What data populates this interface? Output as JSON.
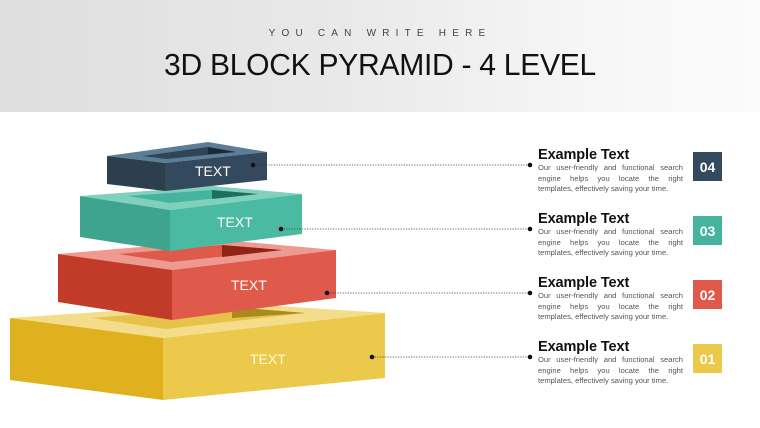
{
  "header": {
    "subtitle": "YOU CAN WRITE HERE",
    "title": "3D BLOCK PYRAMID - 4 LEVEL"
  },
  "levels": [
    {
      "number": "04",
      "block_label": "TEXT",
      "title": "Example Text",
      "description": "Our user-friendly and functional search engine helps you locate the right templates, effectively saving your time.",
      "color": "#34495e"
    },
    {
      "number": "03",
      "block_label": "TEXT",
      "title": "Example Text",
      "description": "Our user-friendly and functional search engine helps you locate the right templates, effectively saving your time.",
      "color": "#45b39d"
    },
    {
      "number": "02",
      "block_label": "TEXT",
      "title": "Example Text",
      "description": "Our user-friendly and functional search engine helps you locate the right templates, effectively saving your time.",
      "color": "#e05a4b"
    },
    {
      "number": "01",
      "block_label": "TEXT",
      "title": "Example Text",
      "description": "Our user-friendly and functional search engine helps you locate the right templates, effectively saving your time.",
      "color": "#ebc94a"
    }
  ]
}
